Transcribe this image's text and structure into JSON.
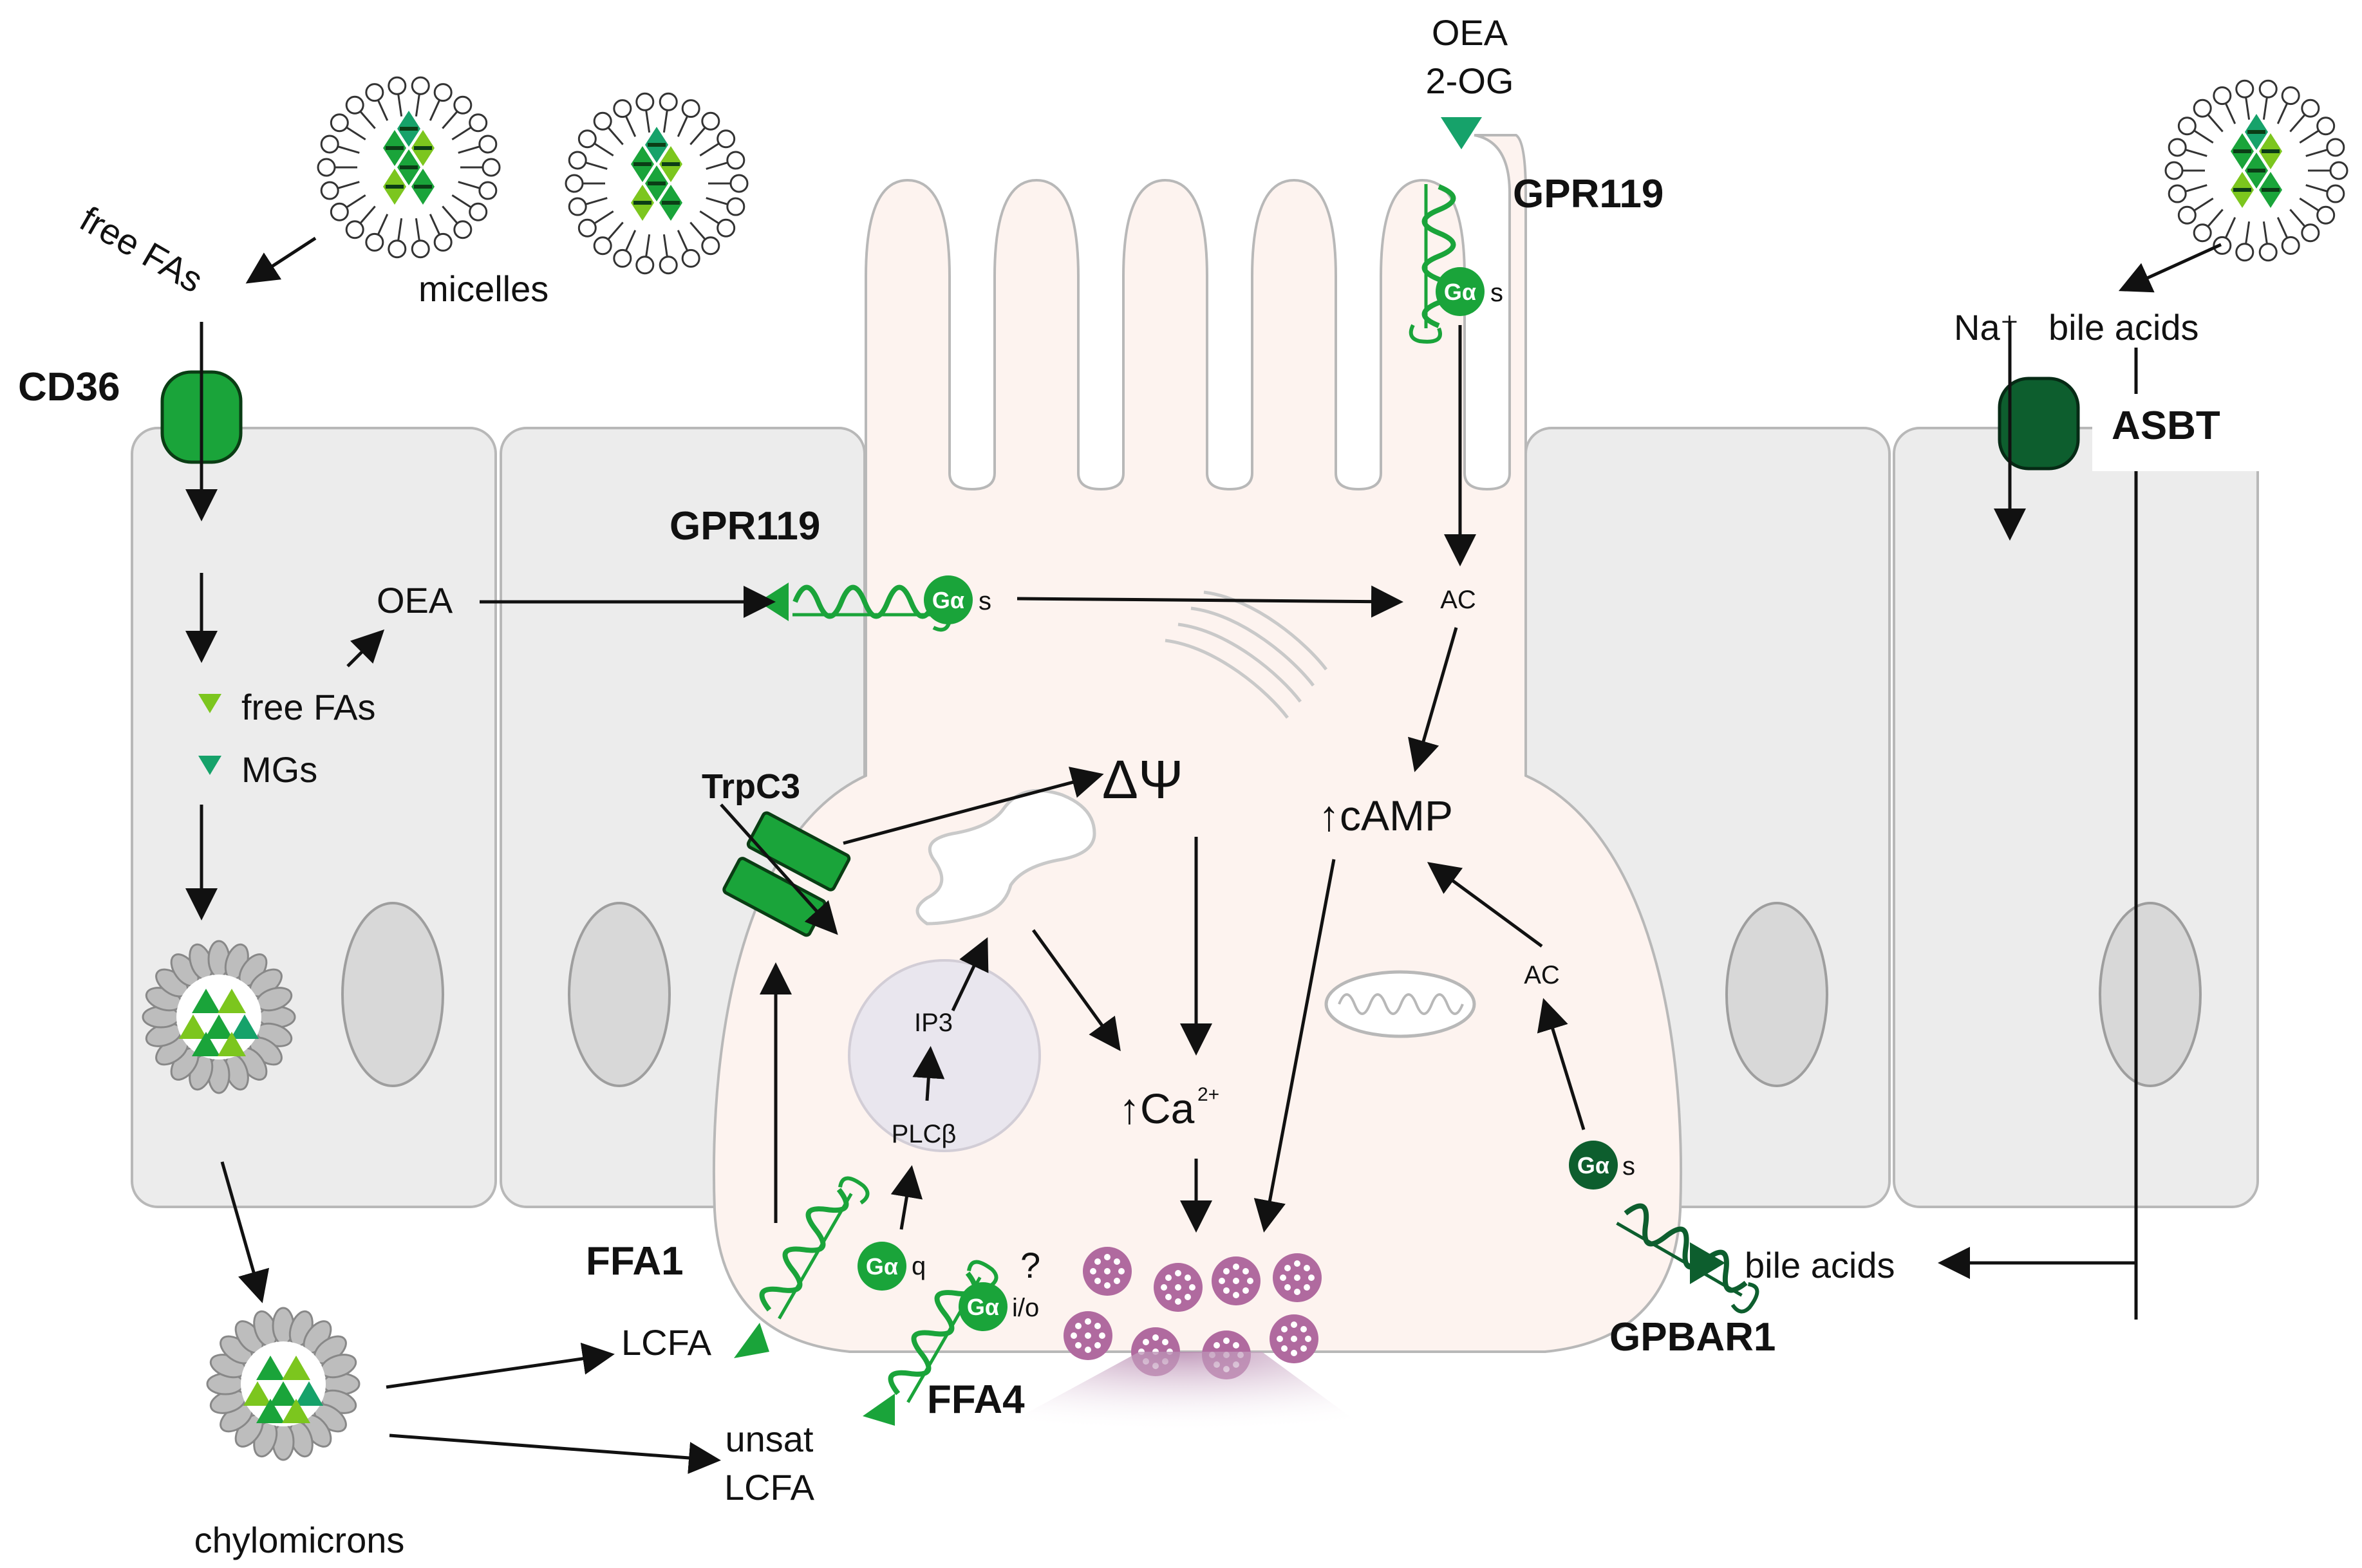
{
  "labels": {
    "oea_top": "OEA",
    "og_top": "2-OG",
    "gpr119_top": "GPR119",
    "gpr119_mid": "GPR119",
    "micelles": "micelles",
    "free_fas_diag": "free FAs",
    "cd36": "CD36",
    "oea": "OEA",
    "free_fas": "free FAs",
    "mgs": "MGs",
    "na": "Na⁺",
    "bile_acids_top": "bile acids",
    "asbt": "ASBT",
    "ac_top": "AC",
    "ac_low": "AC",
    "trpc3": "TrpC3",
    "delta_psi": "ΔΨ",
    "camp": "↑cAMP",
    "ip3": "IP3",
    "plcb": "PLCβ",
    "ca": "↑Ca",
    "ca_sup": "2+",
    "ffa1": "FFA1",
    "ffa4": "FFA4",
    "lcfa": "LCFA",
    "unsat": "unsat",
    "unsat_lcfa": "LCFA",
    "chylomicrons": "chylomicrons",
    "bile_acids_bottom": "bile acids",
    "gpbar1": "GPBAR1",
    "question": "?"
  },
  "g_proteins": {
    "g_alpha": "Gα",
    "s": "s",
    "q": "q",
    "io": "i/o"
  },
  "colors": {
    "green": "#1aa43a",
    "dark_green": "#0d5e2e",
    "lime": "#7cc61e",
    "teal": "#16a26a",
    "cell_fill": "#ececec",
    "ee_cell": "#fdf3ef",
    "granule": "#b06a9f"
  }
}
